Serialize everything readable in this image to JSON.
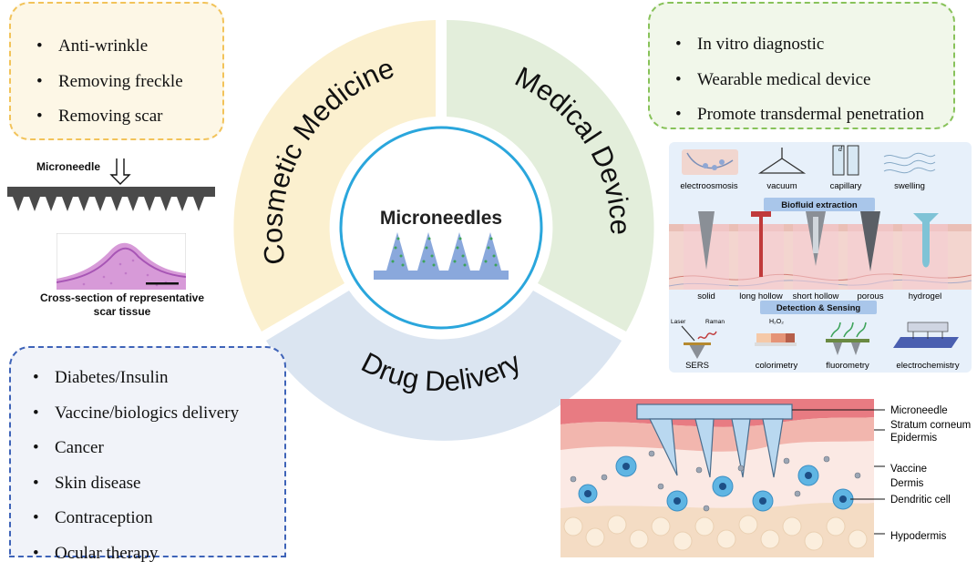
{
  "center": {
    "title": "Microneedles"
  },
  "segments": {
    "cosmetic": "Cosmetic Medicine",
    "medical": "Medical Device",
    "drug": "Drug Delivery"
  },
  "cosmetic_box": {
    "items": [
      "Anti-wrinkle",
      "Removing freckle",
      "Removing scar"
    ]
  },
  "medical_box": {
    "items": [
      "In vitro diagnostic",
      "Wearable medical device",
      "Promote transdermal penetration"
    ]
  },
  "drug_box": {
    "items": [
      "Diabetes/Insulin",
      "Vaccine/biologics delivery",
      "Cancer",
      "Skin disease",
      "Contraception",
      "Ocular therapy"
    ]
  },
  "scar_panel": {
    "microneedle_label": "Microneedle",
    "caption_line1": "Cross-section of representative",
    "caption_line2": "scar tissue"
  },
  "biofluid_panel": {
    "methods": [
      "electroosmosis",
      "vacuum",
      "capillary",
      "swelling"
    ],
    "extraction_title": "Biofluid extraction",
    "needle_types": [
      "solid",
      "long hollow",
      "short hollow",
      "porous",
      "hydrogel"
    ],
    "sensing_title": "Detection & Sensing",
    "sensing_methods": [
      "SERS",
      "colorimetry",
      "fluorometry",
      "electrochemistry"
    ],
    "laser_label": "Laser",
    "raman_label": "Raman",
    "h2o2_label": "H₂O₂",
    "d_label": "d"
  },
  "skin_panel": {
    "labels": [
      "Microneedle",
      "Stratum corneum",
      "Epidermis",
      "Vaccine",
      "Dermis",
      "Dendritic cell",
      "Hypodermis"
    ]
  },
  "colors": {
    "cosmetic_fill": "#fbf0cf",
    "medical_fill": "#e3eedb",
    "drug_fill": "#dbe5f1",
    "center_ring": "#2aa6dc",
    "needle_blue": "#8aa8dc"
  }
}
